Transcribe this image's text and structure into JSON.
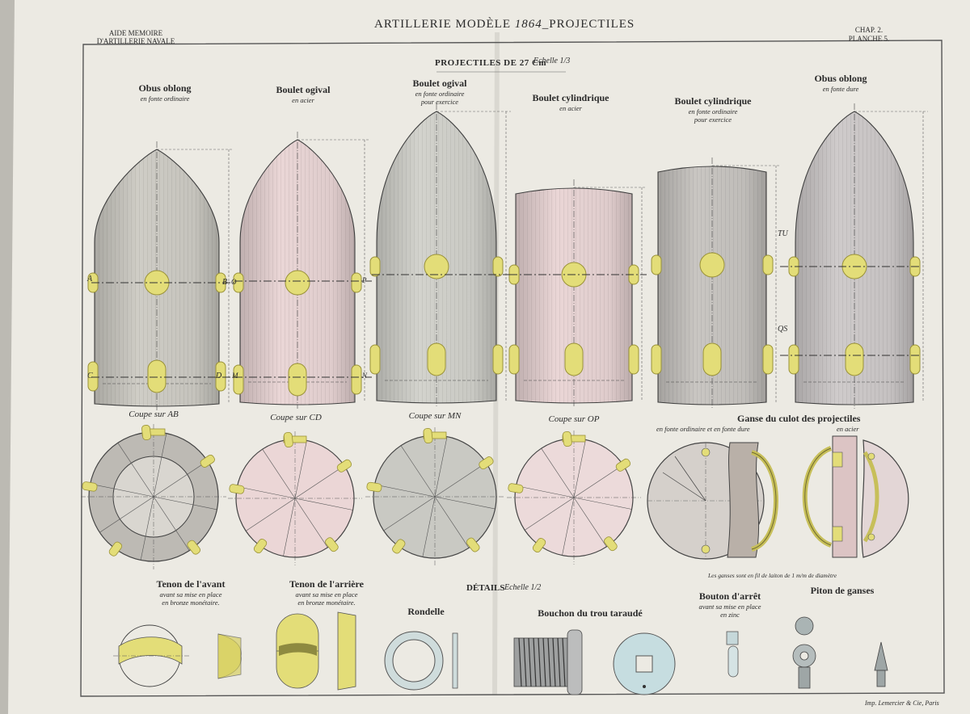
{
  "header": {
    "left_line1": "AIDE MEMOIRE",
    "left_line2": "D'ARTILLERIE NAVALE",
    "title_prefix": "ARTILLERIE MODÈLE",
    "title_year": "1864",
    "title_suffix": "_PROJECTILES",
    "right_line1": "CHAP. 2.",
    "right_line2": "PLANCHE 5."
  },
  "section_title": "PROJECTILES DE 27 Cm",
  "section_scale": "Echelle 1/3",
  "projectiles": [
    {
      "name": "Obus oblong",
      "sub1": "en fonte ordinaire",
      "sub2": "",
      "sub3": "",
      "fill": "#cfcdc6"
    },
    {
      "name": "Boulet ogival",
      "sub1": "en acier",
      "sub2": "",
      "sub3": "",
      "fill": "#ead6d6"
    },
    {
      "name": "Boulet ogival",
      "sub1": "en fonte ordinaire",
      "sub2": "pour exercice",
      "sub3": "",
      "fill": "#d3d3cd"
    },
    {
      "name": "Boulet cylindrique",
      "sub1": "en acier",
      "sub2": "",
      "sub3": "",
      "fill": "#ead6d6"
    },
    {
      "name": "Boulet cylindrique",
      "sub1": "en fonte ordinaire",
      "sub2": "pour exercice",
      "sub3": "",
      "fill": "#c9c6c2"
    },
    {
      "name": "Obus oblong",
      "sub1": "en fonte dure",
      "sub2": "",
      "sub3": "",
      "fill": "#cfcbcb"
    }
  ],
  "coupes": [
    {
      "label": "Coupe sur AB"
    },
    {
      "label": "Coupe sur CD"
    },
    {
      "label": "Coupe sur MN"
    },
    {
      "label": "Coupe sur OP"
    }
  ],
  "ganse": {
    "title": "Ganse du culot des projectiles",
    "sub_left": "en fonte ordinaire et en fonte dure",
    "sub_right": "en acier",
    "note": "Les ganses sont en fil de laiton de 1 m/m de diamètre"
  },
  "details_title": "DÉTAILS",
  "details_scale": "Echelle 1/2",
  "details": [
    {
      "name": "Tenon de l'avant",
      "sub1": "avant sa mise en place",
      "sub2": "en bronze monétaire."
    },
    {
      "name": "Tenon de l'arrière",
      "sub1": "avant sa mise en place",
      "sub2": "en bronze monétaire."
    },
    {
      "name": "Rondelle",
      "sub1": "",
      "sub2": ""
    },
    {
      "name": "Bouchon du trou taraudé",
      "sub1": "",
      "sub2": ""
    },
    {
      "name": "Bouton d'arrêt",
      "sub1": "avant sa mise en place",
      "sub2": "en zinc"
    },
    {
      "name": "Piton de ganses",
      "sub1": "",
      "sub2": ""
    }
  ],
  "side_letters": [
    "A",
    "B",
    "C",
    "D",
    "M",
    "N",
    "O",
    "P",
    "TU",
    "QS"
  ],
  "imprint": "Imp. Lemercier & Cie, Paris",
  "colors": {
    "paper": "#eceae3",
    "brass": "#e3dd78",
    "brass_stroke": "#9a9238",
    "ink": "#3a3a3a",
    "blue": "#c6dde0"
  }
}
